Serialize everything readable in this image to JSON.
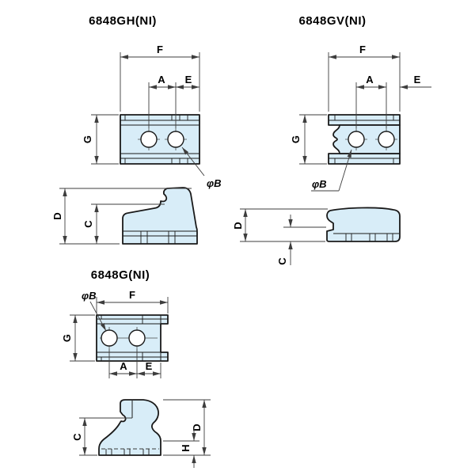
{
  "drawing": {
    "kind": "technical-drawing",
    "background": "#ffffff",
    "part_fill": "#d8edf8",
    "outline_color": "#1a1a1a",
    "dimension_color": "#3d3d3d",
    "text_color": "#000000",
    "views": {
      "gh": {
        "title": "6848GH(NI)",
        "dims": {
          "F": "F",
          "A": "A",
          "E": "E",
          "G": "G",
          "D": "D",
          "C": "C",
          "holeDia": "φB"
        }
      },
      "gv": {
        "title": "6848GV(NI)",
        "dims": {
          "F": "F",
          "A": "A",
          "E": "E",
          "G": "G",
          "D": "D",
          "C": "C",
          "holeDia": "φB"
        }
      },
      "g": {
        "title": "6848G(NI)",
        "dims": {
          "F": "F",
          "A": "A",
          "E": "E",
          "G": "G",
          "D": "D",
          "C": "C",
          "H": "H",
          "holeDia": "φB"
        }
      }
    }
  }
}
